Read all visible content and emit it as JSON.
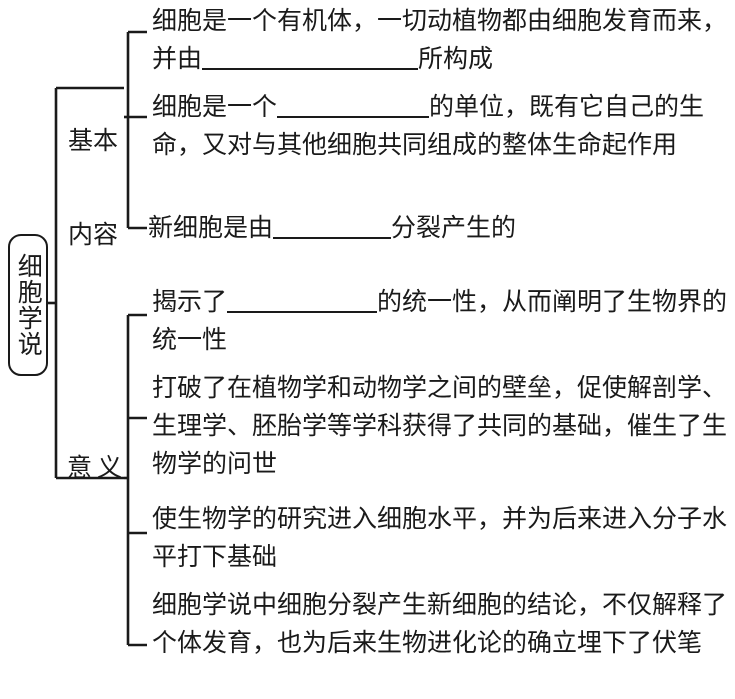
{
  "diagram": {
    "title": "细胞学说",
    "root": {
      "label": "细胞学说"
    },
    "branches": [
      {
        "id": "basic-content",
        "label_line1": "基本",
        "label_line2": "内容",
        "items": [
          {
            "id": "content-1",
            "parts": [
              {
                "type": "text",
                "value": "细胞是一个有机体，一切动植物都由细胞发育而来，并由"
              },
              {
                "type": "blank",
                "width": "216"
              },
              {
                "type": "text",
                "value": "所构成"
              }
            ],
            "full_text": "细胞是一个有机体，一切动植物都由细胞发育而来，并由________所构成"
          },
          {
            "id": "content-2",
            "parts": [
              {
                "type": "text",
                "value": "细胞是一个"
              },
              {
                "type": "blank",
                "width": "152"
              },
              {
                "type": "text",
                "value": "的单位，既有它自己的生命，又对与其他细胞共同组成的整体生命起作用"
              }
            ],
            "full_text": "细胞是一个______的单位，既有它自己的生命，又对与其他细胞共同组成的整体生命起作用"
          },
          {
            "id": "content-3",
            "parts": [
              {
                "type": "text",
                "value": "新细胞是由"
              },
              {
                "type": "blank",
                "width": "118"
              },
              {
                "type": "text",
                "value": "分裂产生的"
              }
            ],
            "full_text": "新细胞是由_____分裂产生的"
          }
        ]
      },
      {
        "id": "significance",
        "label": "意义",
        "items": [
          {
            "id": "meaning-1",
            "parts": [
              {
                "type": "text",
                "value": "揭示了"
              },
              {
                "type": "blank",
                "width": "150"
              },
              {
                "type": "text",
                "value": "的统一性，从而阐明了生物界的统一性"
              }
            ],
            "full_text": "揭示了______的统一性，从而阐明了生物界的统一性"
          },
          {
            "id": "meaning-2",
            "parts": [
              {
                "type": "text",
                "value": "打破了在植物学和动物学之间的壁垒，促使解剖学、生理学、胚胎学等学科获得了共同的基础，催生了生物学的问世"
              }
            ],
            "full_text": "打破了在植物学和动物学之间的壁垒，促使解剖学、生理学、胚胎学等学科获得了共同的基础，催生了生物学的问世"
          },
          {
            "id": "meaning-3",
            "parts": [
              {
                "type": "text",
                "value": "使生物学的研究进入细胞水平，并为后来进入分子水平打下基础"
              }
            ],
            "full_text": "使生物学的研究进入细胞水平，并为后来进入分子水平打下基础"
          },
          {
            "id": "meaning-4",
            "parts": [
              {
                "type": "text",
                "value": "细胞学说中细胞分裂产生新细胞的结论，不仅解释了个体发育，也为后来生物进化论的确立埋下了伏笔"
              }
            ],
            "full_text": "细胞学说中细胞分裂产生新细胞的结论，不仅解释了个体发育，也为后来生物进化论的确立埋下了伏笔"
          }
        ]
      }
    ],
    "colors": {
      "ink": "#1a1a1a",
      "background": "#ffffff"
    }
  }
}
